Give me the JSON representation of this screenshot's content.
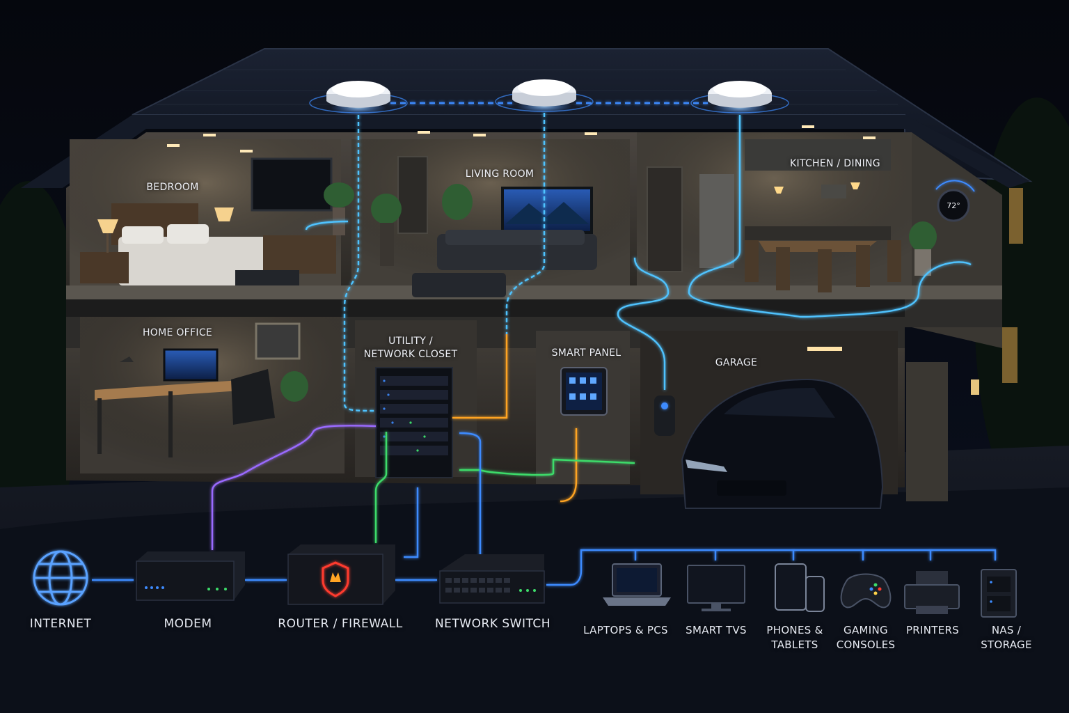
{
  "rooms": {
    "bedroom": "BEDROOM",
    "living_room": "LIVING ROOM",
    "kitchen": "KITCHEN / DINING",
    "office": "HOME OFFICE",
    "closet": "UTILITY /\nNETWORK CLOSET",
    "smart_panel": "SMART PANEL",
    "garage": "GARAGE"
  },
  "thermostat": {
    "reading": "72°"
  },
  "chain": [
    {
      "label": "INTERNET",
      "icon": "globe-icon"
    },
    {
      "label": "MODEM",
      "icon": "modem-icon"
    },
    {
      "label": "ROUTER / FIREWALL",
      "icon": "firewall-shield-icon"
    },
    {
      "label": "NETWORK SWITCH",
      "icon": "network-switch-icon"
    }
  ],
  "devices": [
    {
      "label": "LAPTOPS & PCS",
      "icon": "laptop-icon"
    },
    {
      "label": "SMART TVS",
      "icon": "tv-icon"
    },
    {
      "label": "PHONES &\nTABLETS",
      "icon": "phone-tablet-icon"
    },
    {
      "label": "GAMING\nCONSOLES",
      "icon": "gamepad-icon"
    },
    {
      "label": "PRINTERS",
      "icon": "printer-icon"
    },
    {
      "label": "NAS / STORAGE",
      "icon": "nas-storage-icon"
    }
  ],
  "colors": {
    "link_blue": "#3d8bff",
    "link_purple": "#9a6bff",
    "link_green": "#3ddc6a",
    "link_orange": "#ffa424",
    "link_cyan": "#4fc3ff",
    "firewall_red": "#ff3b2f"
  }
}
